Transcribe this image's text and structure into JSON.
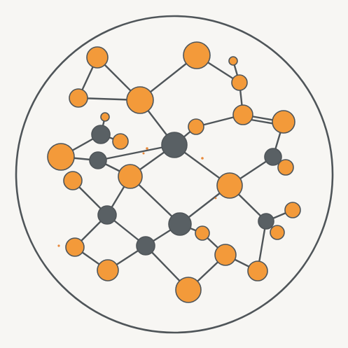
{
  "diagram": {
    "kind": "molecular-network-icon",
    "colors": {
      "background": "#f7f6f3",
      "line": "#4f5559",
      "atom_primary": "#f39a3a",
      "atom_secondary": "#596064"
    },
    "atom_types": [
      "orange",
      "dark"
    ],
    "node_count": 34,
    "bond_count": 40
  }
}
